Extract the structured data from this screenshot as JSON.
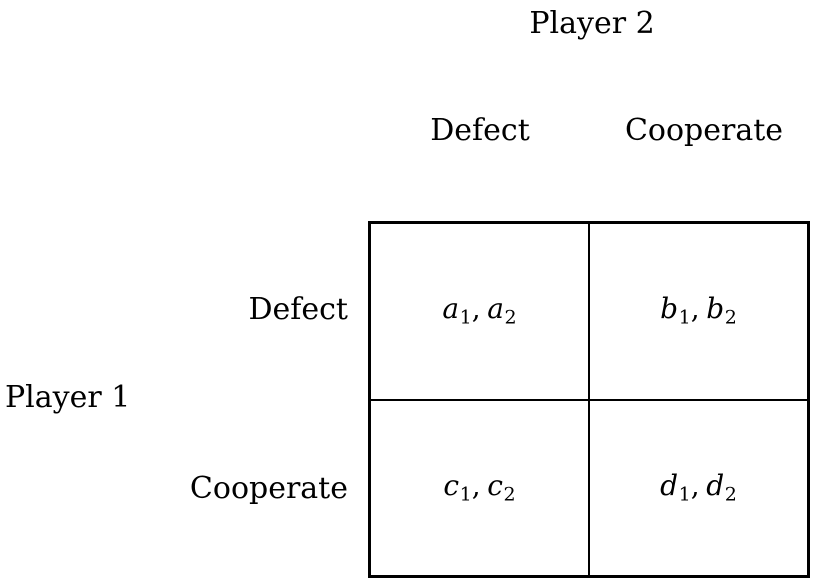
{
  "figure": {
    "type": "payoff-matrix",
    "title": "2x2 normal-form game payoff matrix",
    "colors": {
      "ink": "#000000",
      "background": "#ffffff"
    }
  },
  "column_player": {
    "label": "Player 2",
    "headers": [
      "Defect",
      "Cooperate"
    ]
  },
  "row_player": {
    "label": "Player 1",
    "headers": [
      "Defect",
      "Cooperate"
    ]
  },
  "cells": [
    [
      {
        "p1": {
          "var": "a",
          "sub": "1"
        },
        "p2": {
          "var": "a",
          "sub": "2"
        },
        "separator": ","
      },
      {
        "p1": {
          "var": "b",
          "sub": "1"
        },
        "p2": {
          "var": "b",
          "sub": "2"
        },
        "separator": ","
      }
    ],
    [
      {
        "p1": {
          "var": "c",
          "sub": "1"
        },
        "p2": {
          "var": "c",
          "sub": "2"
        },
        "separator": ","
      },
      {
        "p1": {
          "var": "d",
          "sub": "1"
        },
        "p2": {
          "var": "d",
          "sub": "2"
        },
        "separator": ","
      }
    ]
  ]
}
